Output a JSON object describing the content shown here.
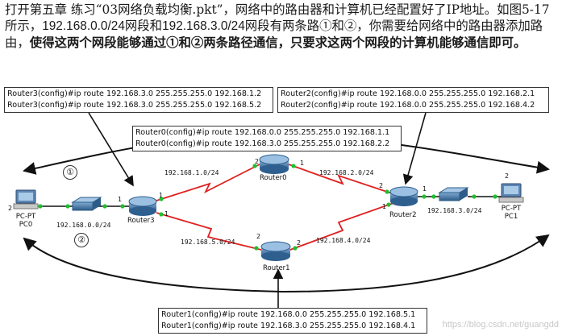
{
  "intro": {
    "p1": "打开第五章 练习“03网络负载均衡.pkt”，网络中的路由器和计算机已经配置好了IP地址。如图5-17所示，",
    "p2": "192.168.0.0/24",
    "p3": "网段和",
    "p4": "192.168.3.0/24",
    "p5": "网段有两条路①和②，你需要给网络中的路由器添加路由，",
    "p6": "使得这两个网段能够通过①和②两条路径通信，只要求这两个网段的计算机能够通信即可。"
  },
  "commands": {
    "router3": [
      "Router3(config)#ip route 192.168.3.0 255.255.255.0 192.168.1.2",
      "Router3(config)#ip route 192.168.3.0 255.255.255.0 192.168.5.2"
    ],
    "router2": [
      "Router2(config)#ip route 192.168.0.0 255.255.255.0 192.168.2.1",
      "Router2(config)#ip route 192.168.0.0 255.255.255.0 192.168.4.2"
    ],
    "router0": [
      "Router0(config)#ip route 192.168.0.0 255.255.255.0 192.168.1.1",
      "Router0(config)#ip route 192.168.3.0 255.255.255.0 192.168.2.2"
    ],
    "router1": [
      "Router1(config)#ip route 192.168.0.0 255.255.255.0 192.168.5.1",
      "Router1(config)#ip route 192.168.3.0 255.255.255.0 192.168.4.1"
    ]
  },
  "devices": {
    "pc0": [
      "PC-PT",
      "PC0"
    ],
    "pc1": [
      "PC-PT",
      "PC1"
    ],
    "router0": "Router0",
    "router1": "Router1",
    "router2": "Router2",
    "router3": "Router3"
  },
  "networks": {
    "n0": "192.168.0.0/24",
    "n1": "192.168.1.0/24",
    "n2": "192.168.2.0/24",
    "n3": "192.168.3.0/24",
    "n4": "192.168.4.0/24",
    "n5": "192.168.5.0/24"
  },
  "ports": {
    "pc0": "2",
    "r3_left": "1",
    "r3_top": "1",
    "r3_bottom": "1",
    "r0_left": "2",
    "r0_right": "1",
    "r2_top": "2",
    "r2_bottom": "1",
    "r2_right": "1",
    "r1_left": "2",
    "r1_right": "2",
    "pc1": "2"
  },
  "paths": {
    "path1": "①",
    "path2": "②"
  },
  "watermark": "https://blog.csdn.net/guangdd"
}
